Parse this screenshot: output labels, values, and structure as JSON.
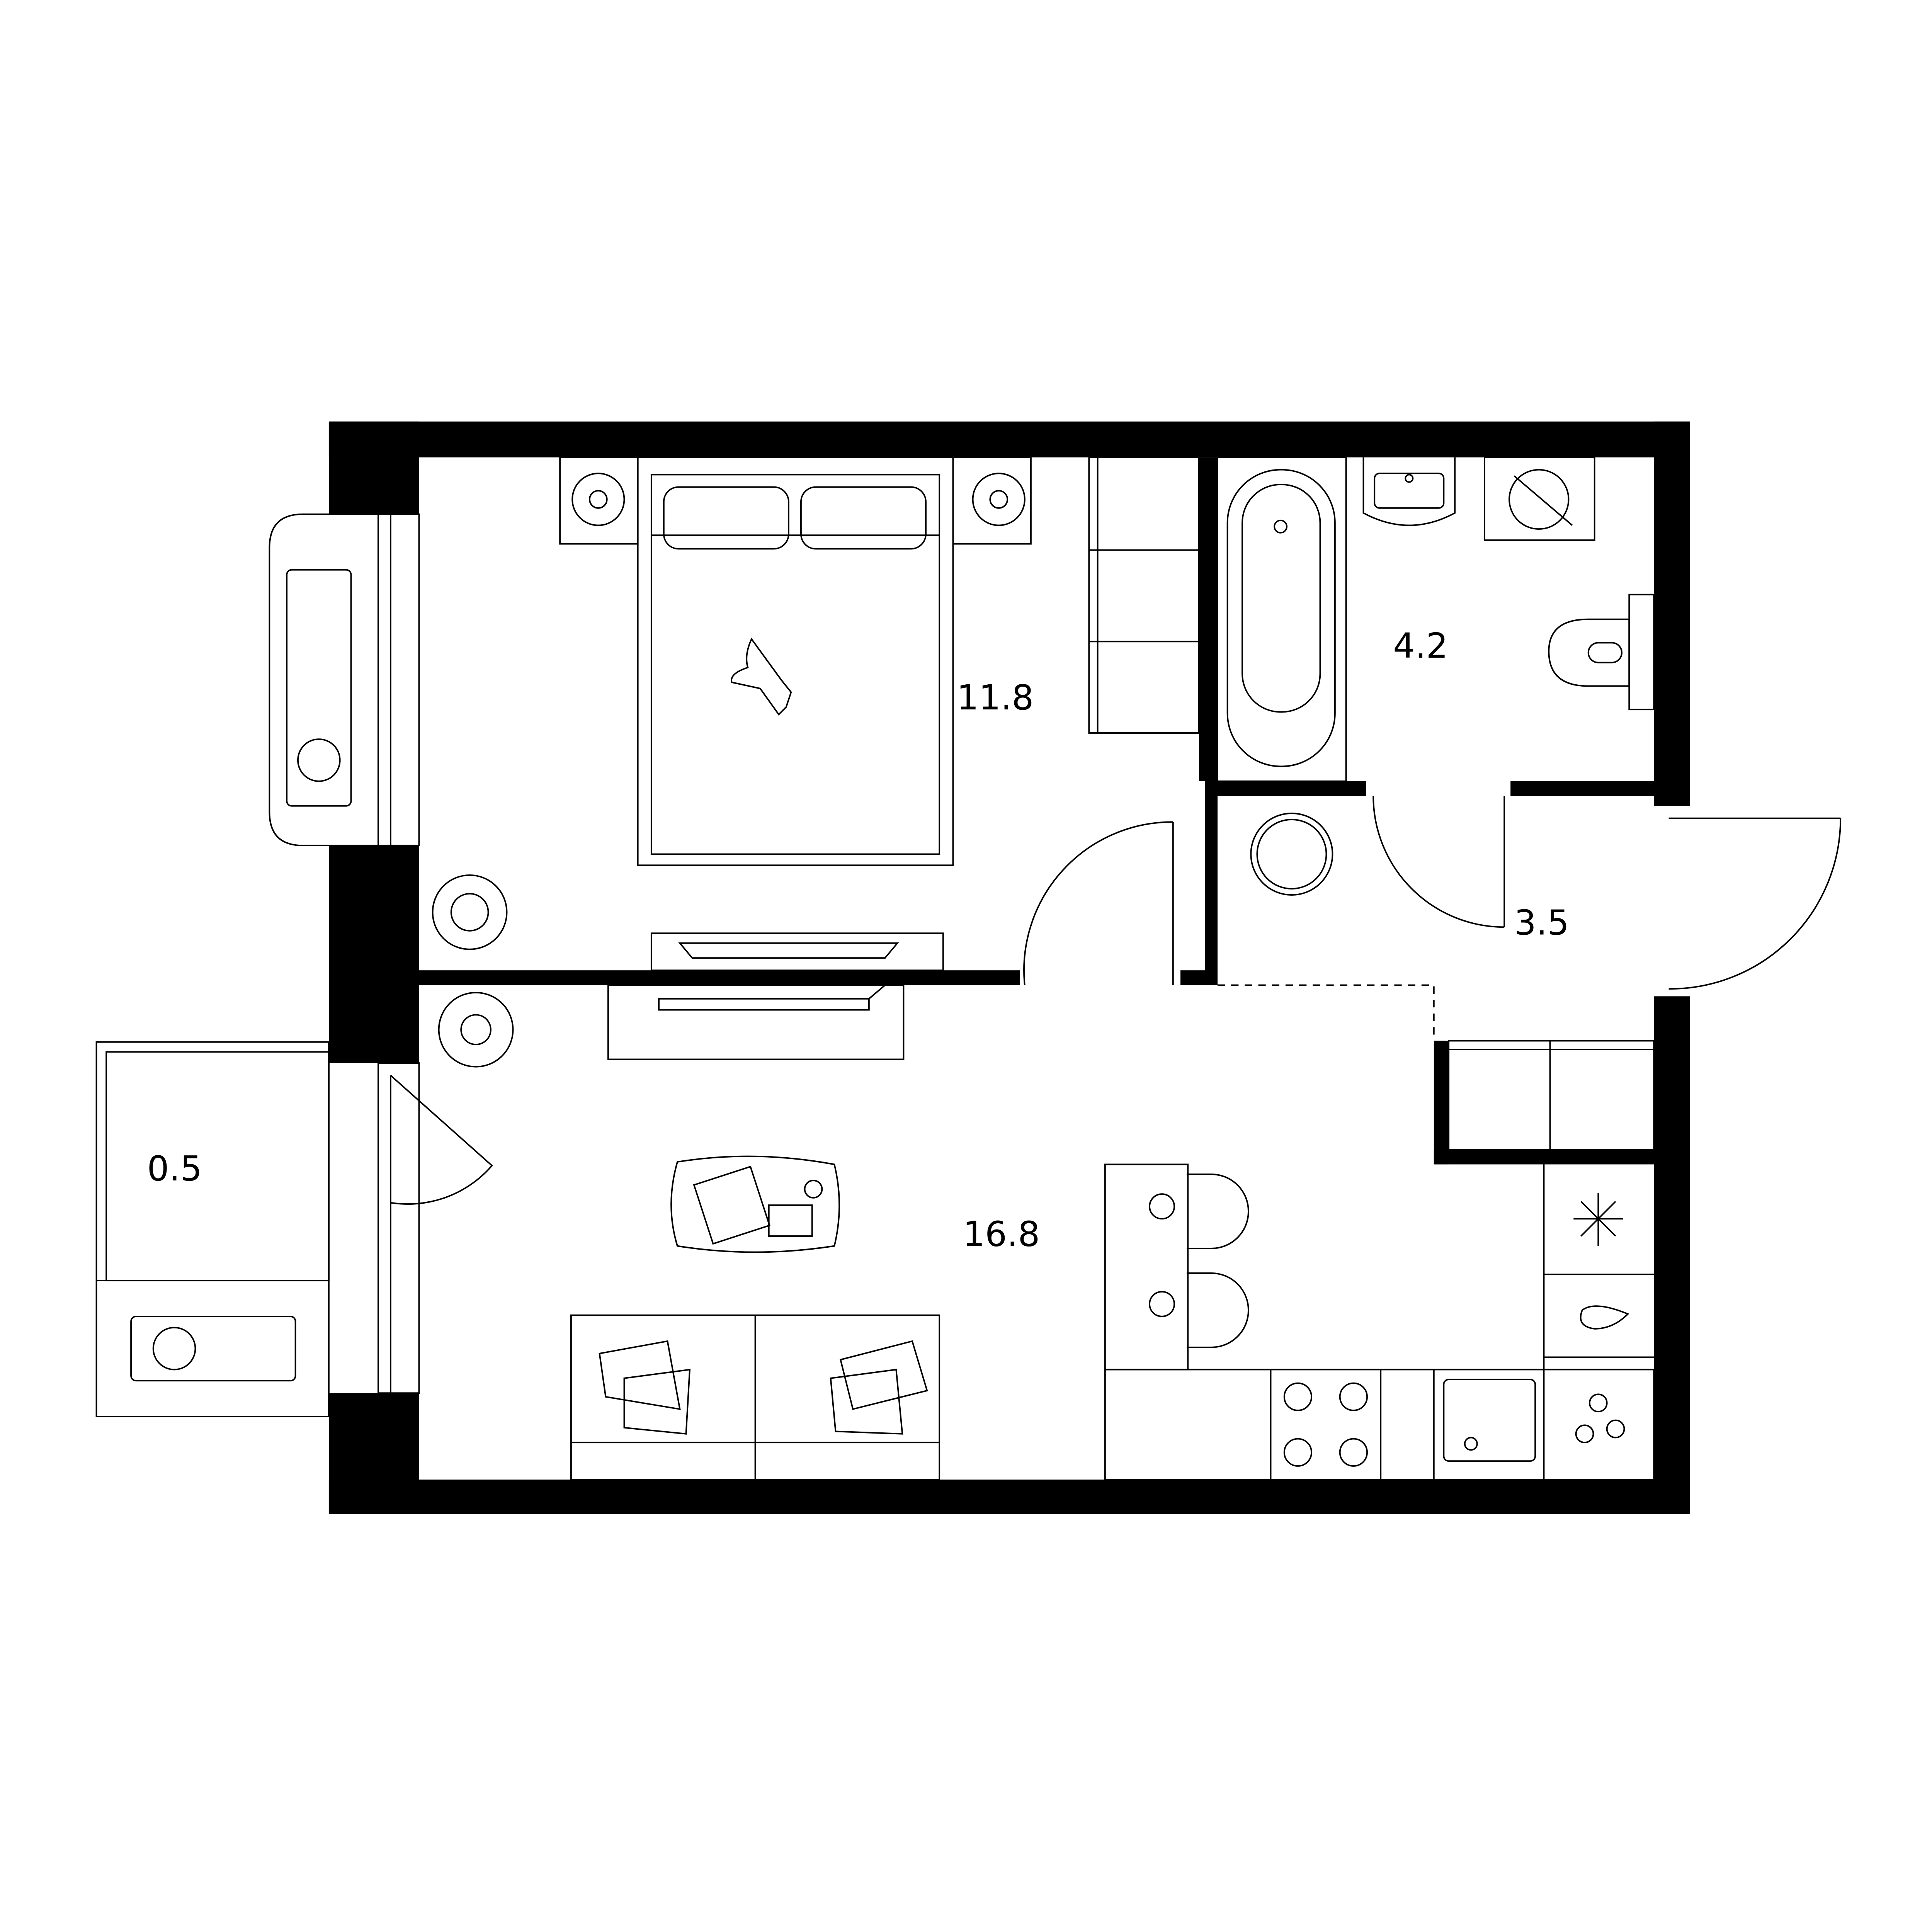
{
  "plan": {
    "colors": {
      "wall": "#000000",
      "background": "#ffffff",
      "line": "#000000"
    },
    "rooms": [
      {
        "id": "bedroom",
        "area": "11.8"
      },
      {
        "id": "bathroom",
        "area": "4.2"
      },
      {
        "id": "hallway",
        "area": "3.5"
      },
      {
        "id": "balcony",
        "area": "0.5"
      },
      {
        "id": "living-kitchen",
        "area": "16.8"
      }
    ],
    "icons": [
      "bed-icon",
      "cat-icon",
      "nightstand-icon",
      "wardrobe-icon",
      "bathtub-icon",
      "sink-icon",
      "washing-machine-icon",
      "toilet-icon",
      "plant-icon",
      "tv-icon",
      "desk-icon",
      "laptop-icon",
      "sofa-icon",
      "dining-table-icon",
      "chair-icon",
      "stove-icon",
      "kitchen-sink-icon",
      "fridge-icon",
      "ac-unit-icon",
      "door-icon"
    ]
  }
}
